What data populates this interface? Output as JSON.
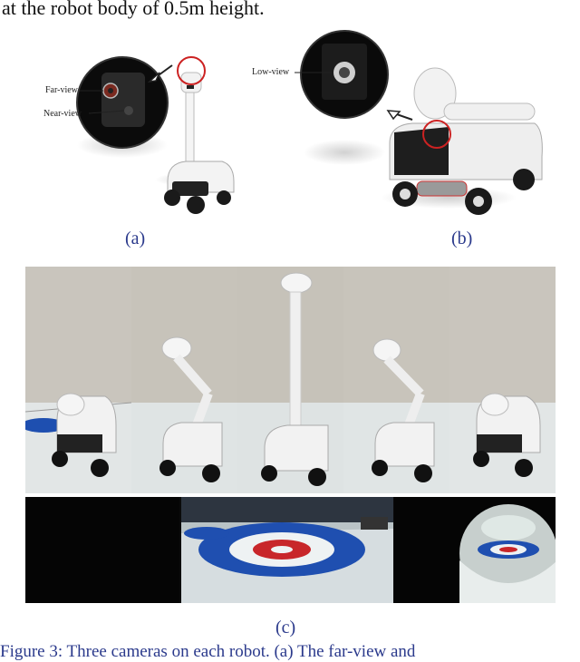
{
  "intro_text": "at the robot body of 0.5m height.",
  "panel_a": {
    "label": "(a)",
    "callouts": {
      "far": "Far-view",
      "near": "Near-view"
    }
  },
  "panel_b": {
    "label": "(b)",
    "callouts": {
      "low": "Low-view"
    }
  },
  "panel_c": {
    "label": "(c)"
  },
  "caption_fragment": "Figure 3: Three cameras on each robot. (a) The far-view and",
  "colors": {
    "label": "#2b3a8c",
    "highlight": "#cc2222",
    "target_red": "#c8262a",
    "target_blue": "#1f4fb0"
  }
}
